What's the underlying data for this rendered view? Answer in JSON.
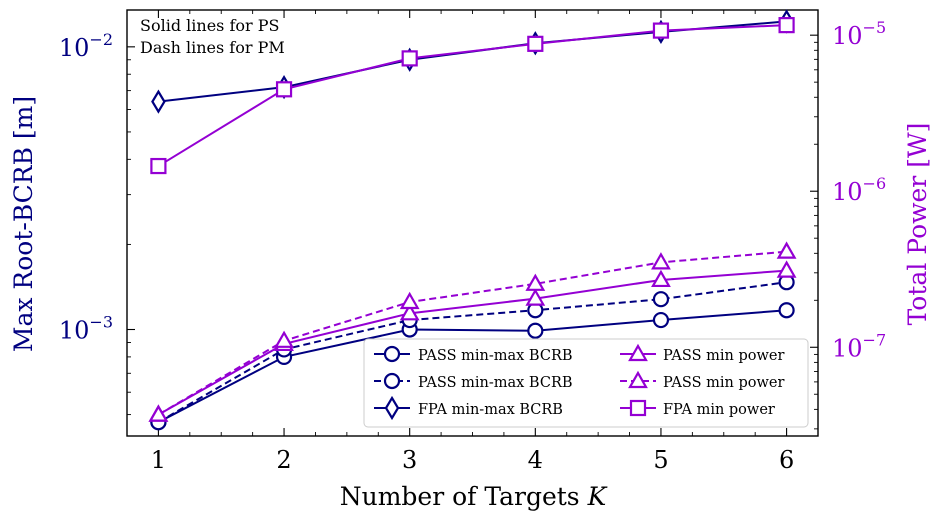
{
  "chart_data": {
    "type": "line",
    "x": [
      1,
      2,
      3,
      4,
      5,
      6
    ],
    "xlabel": "Number of Targets K",
    "ylabel_left": "Max Root-BCRB [m]",
    "ylabel_right": "Total Power [W]",
    "xlim": [
      0.75,
      6.25
    ],
    "ylim_left": [
      0.00042,
      0.0135
    ],
    "ylim_right": [
      2.7e-08,
      1.45e-05
    ],
    "scale_left": "log",
    "scale_right": "log",
    "xticks": [
      "1",
      "2",
      "3",
      "4",
      "5",
      "6"
    ],
    "yticks_left": [
      {
        "value": 0.001,
        "base": "10",
        "exp": "−3"
      },
      {
        "value": 0.01,
        "base": "10",
        "exp": "−2"
      }
    ],
    "yticks_right": [
      {
        "value": 1e-07,
        "base": "10",
        "exp": "−7"
      },
      {
        "value": 1e-06,
        "base": "10",
        "exp": "−6"
      },
      {
        "value": 1e-05,
        "base": "10",
        "exp": "−5"
      }
    ],
    "annotations": [
      "Solid lines for PS",
      "Dash lines for PM"
    ],
    "legend_position": "lower-right",
    "colors": {
      "left_axis": "#000080",
      "right_axis": "#9400d3"
    },
    "series": [
      {
        "name": "PASS min-max BCRB",
        "axis": "left",
        "dash": "solid",
        "marker": "circle",
        "color": "#000080",
        "values": [
          0.00047,
          0.0008,
          0.001,
          0.00099,
          0.00108,
          0.00117
        ]
      },
      {
        "name": "PASS min-max BCRB",
        "axis": "left",
        "dash": "dashed",
        "marker": "circle",
        "color": "#000080",
        "values": [
          0.00047,
          0.00085,
          0.00108,
          0.00117,
          0.00128,
          0.00147
        ]
      },
      {
        "name": "FPA min-max BCRB",
        "axis": "left",
        "dash": "solid",
        "marker": "diamond",
        "color": "#000080",
        "values": [
          0.0064,
          0.0072,
          0.009,
          0.0103,
          0.0113,
          0.0123
        ]
      },
      {
        "name": "PASS min power",
        "axis": "right",
        "dash": "solid",
        "marker": "triangle",
        "color": "#9400d3",
        "values": [
          3.7e-08,
          1.05e-07,
          1.65e-07,
          2.05e-07,
          2.7e-07,
          3.1e-07
        ]
      },
      {
        "name": "PASS min power",
        "axis": "right",
        "dash": "dashed",
        "marker": "triangle",
        "color": "#9400d3",
        "values": [
          3.7e-08,
          1.1e-07,
          1.95e-07,
          2.55e-07,
          3.5e-07,
          4.1e-07
        ]
      },
      {
        "name": "FPA min power",
        "axis": "right",
        "dash": "solid",
        "marker": "square",
        "color": "#9400d3",
        "values": [
          1.45e-06,
          4.5e-06,
          7.1e-06,
          8.8e-06,
          1.07e-05,
          1.16e-05
        ]
      }
    ]
  }
}
